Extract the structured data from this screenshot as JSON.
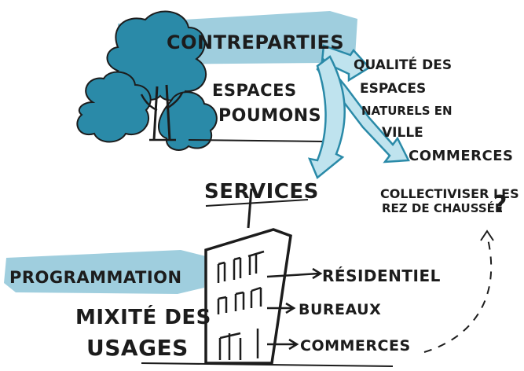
{
  "colors": {
    "ink": "#1c1c1c",
    "accent_blue": "#2a8aa8",
    "highlight": "#8ec6d8",
    "arrow_fill": "#bfe3ee",
    "arrow_stroke": "#2a8aa8"
  },
  "icons": [
    "tree-icon",
    "building-icon"
  ],
  "labels": {
    "contreparties": "CONTREPARTIES",
    "espaces": "ESPACES",
    "poumons": "POUMONS",
    "qualite_l1": "QUALITÉ DES",
    "qualite_l2": "ESPACES",
    "qualite_l3": "NATURELS EN",
    "qualite_l4": "VILLE",
    "commerces_top": "COMMERCES",
    "services": "SERVICES",
    "collectivise_l1": "COLLECTIVISER LES",
    "collectivise_l2": "REZ DE CHAUSSÉE",
    "question_mark": "?",
    "programmation": "PROGRAMMATION",
    "mixite": "MIXITÉ DES",
    "usages": "USAGES",
    "residentiel": "RÉSIDENTIEL",
    "bureaux": "BUREAUX",
    "commerces_bottom": "COMMERCES"
  }
}
